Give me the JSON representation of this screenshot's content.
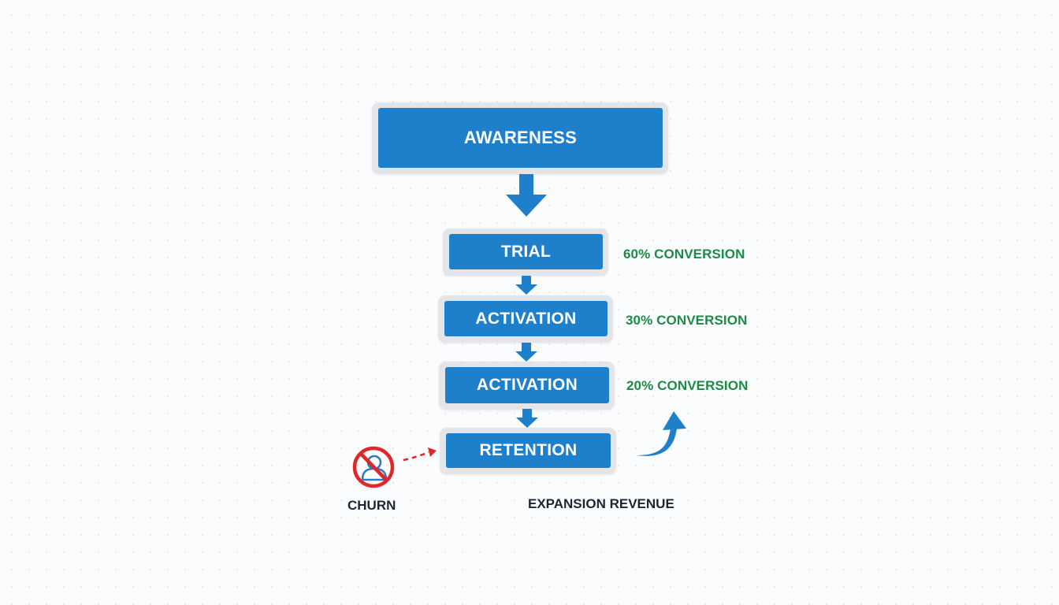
{
  "diagram": {
    "type": "funnel-flow",
    "stages": [
      {
        "label": "AWARENESS"
      },
      {
        "label": "TRIAL",
        "conversion": "60% CONVERSION"
      },
      {
        "label": "ACTIVATION",
        "conversion": "30% CONVERSION"
      },
      {
        "label": "ACTIVATION",
        "conversion": "20% CONVERSION"
      },
      {
        "label": "RETENTION"
      }
    ],
    "churn": {
      "label": "CHURN",
      "icon": "no-user-icon"
    },
    "expansion": {
      "label": "EXPANSION REVENUE",
      "icon": "curved-arrow-up-icon"
    }
  },
  "colors": {
    "stage_fill": "#1e7fcb",
    "stage_border": "#e3e5e8",
    "conversion_text": "#1d8a47",
    "churn_red": "#e0262b",
    "caption_text": "#1f2530"
  }
}
